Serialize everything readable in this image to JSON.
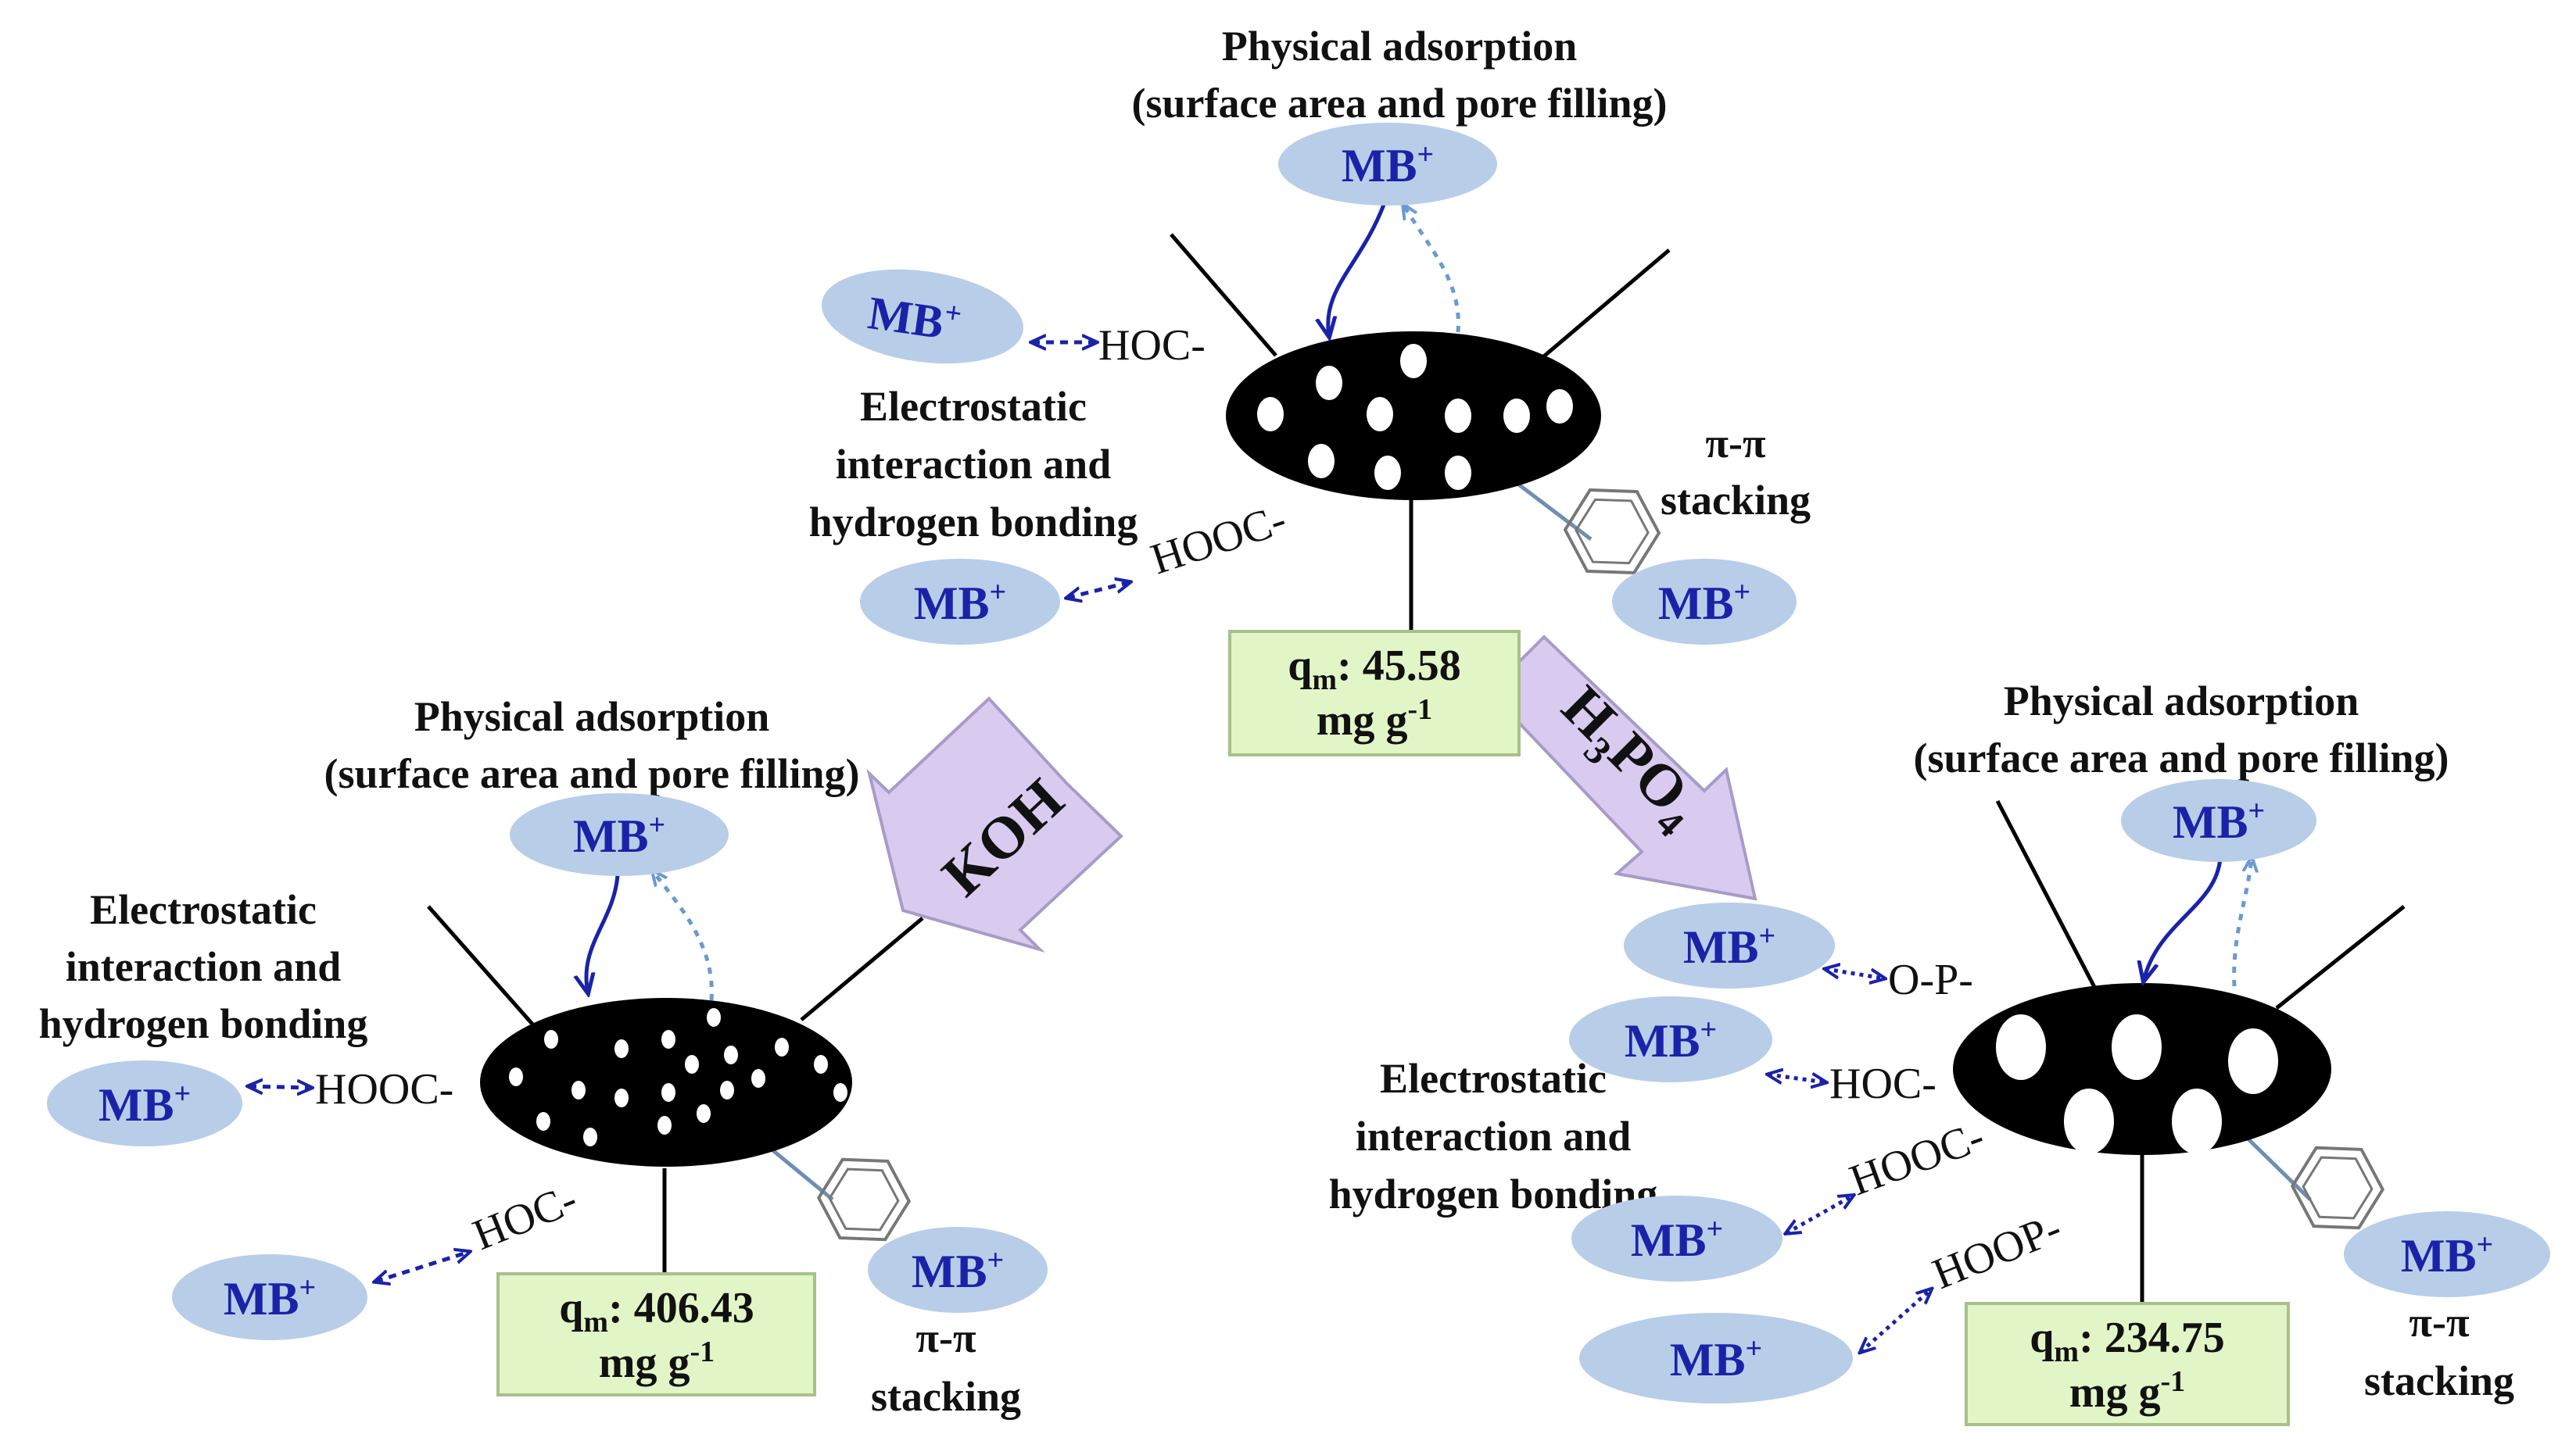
{
  "colors": {
    "mb_fill": "#b8cde8",
    "mb_text": "#1a23a8",
    "qm_box_fill": "#e2f5c6",
    "qm_box_stroke": "#a7c18a",
    "arrow_fill": "#d9cbf0",
    "arrow_stroke": "#a89bc7",
    "solid_arrow": "#1a23a8",
    "dotted_arrow": "#6b9ad0",
    "particle": "#000000"
  },
  "arrows": {
    "koh": "KOH",
    "h3po4_h": "H",
    "h3po4_sub3": "3",
    "h3po4_po": "PO",
    "h3po4_sub4": "4"
  },
  "mb": {
    "base": "MB",
    "charge": "+"
  },
  "qm": {
    "q": "q",
    "sub": "m",
    "unit_base": "mg g",
    "unit_exp": "-1"
  },
  "top": {
    "physical_line1": "Physical  adsorption",
    "physical_line2": "(surface area and pore filling)",
    "electrostatic_line1": "Electrostatic",
    "electrostatic_line2": "interaction and",
    "electrostatic_line3": "hydrogen bonding",
    "pi_line1": "π-π",
    "pi_line2": "stacking",
    "group_hoc": "HOC-",
    "group_hooc": "HOOC-",
    "qm_value": ": 45.58"
  },
  "koh": {
    "physical_line1": "Physical  adsorption",
    "physical_line2": "(surface area and pore filling)",
    "electrostatic_line1": "Electrostatic",
    "electrostatic_line2": "interaction and",
    "electrostatic_line3": "hydrogen bonding",
    "pi_line1": "π-π",
    "pi_line2": "stacking",
    "group_hooc": "HOOC-",
    "group_hoc": "HOC-",
    "qm_value": ": 406.43"
  },
  "h3po4": {
    "physical_line1": "Physical  adsorption",
    "physical_line2": "(surface area and pore filling)",
    "electrostatic_line1": "Electrostatic",
    "electrostatic_line2": "interaction and",
    "electrostatic_line3": "hydrogen bonding",
    "pi_line1": "π-π",
    "pi_line2": "stacking",
    "group_op": "O-P-",
    "group_hoc": "HOC-",
    "group_hooc": "HOOC-",
    "group_hoop": "HOOP-",
    "qm_value": ": 234.75"
  }
}
